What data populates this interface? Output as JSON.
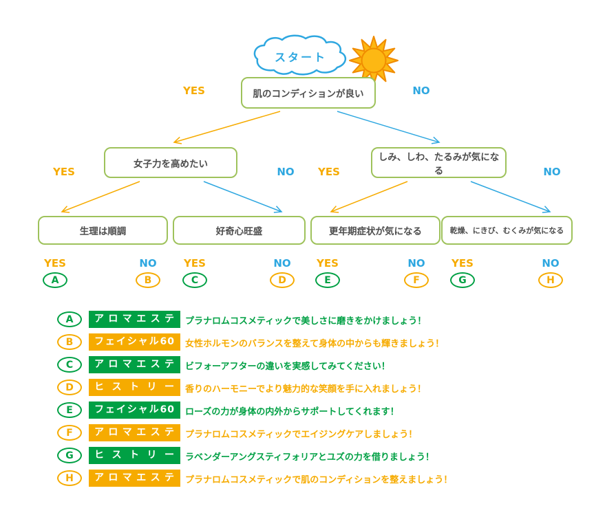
{
  "colors": {
    "green": "#00a044",
    "yellow": "#f6ab00",
    "blue": "#2ea7e0",
    "box_border": "#9ec25b",
    "box_text": "#4d4d4d"
  },
  "icons": {
    "sun": "sun-icon",
    "cloud": "start-cloud-icon"
  },
  "start": {
    "label": "スタート"
  },
  "flow": {
    "level1": {
      "question": "肌のコンディションが良い",
      "yes": "YES",
      "no": "NO"
    },
    "level2": [
      {
        "question": "女子力を高めたい",
        "yes": "YES",
        "no": "NO"
      },
      {
        "question": "しみ、しわ、たるみが気になる",
        "yes": "YES",
        "no": "NO"
      }
    ],
    "level3": [
      {
        "question": "生理は順調",
        "yes": "YES",
        "no": "NO",
        "yes_result": "A",
        "no_result": "B"
      },
      {
        "question": "好奇心旺盛",
        "yes": "YES",
        "no": "NO",
        "yes_result": "C",
        "no_result": "D"
      },
      {
        "question": "更年期症状が気になる",
        "yes": "YES",
        "no": "NO",
        "yes_result": "E",
        "no_result": "F"
      },
      {
        "question": "乾燥、にきび、むくみが気になる",
        "yes": "YES",
        "no": "NO",
        "yes_result": "G",
        "no_result": "H"
      }
    ]
  },
  "results": [
    {
      "letter": "A",
      "program": "アロマエステ",
      "description": "プラナロムコスメティックで美しさに磨きをかけましょう！",
      "color": "green"
    },
    {
      "letter": "B",
      "program": "フェイシャル60",
      "description": "女性ホルモンのバランスを整えて身体の中からも輝きましょう！",
      "color": "yellow"
    },
    {
      "letter": "C",
      "program": "アロマエステ",
      "description": "ビフォーアフターの違いを実感してみてください！",
      "color": "green"
    },
    {
      "letter": "D",
      "program": "ヒストリー",
      "description": "香りのハーモニーでより魅力的な笑顔を手に入れましょう！",
      "color": "yellow"
    },
    {
      "letter": "E",
      "program": "フェイシャル60",
      "description": "ローズの力が身体の内外からサポートしてくれます！",
      "color": "green"
    },
    {
      "letter": "F",
      "program": "アロマエステ",
      "description": "プラナロムコスメティックでエイジングケアしましょう！",
      "color": "yellow"
    },
    {
      "letter": "G",
      "program": "ヒストリー",
      "description": "ラベンダーアングスティフォリアとユズの力を借りましょう！",
      "color": "green"
    },
    {
      "letter": "H",
      "program": "アロマエステ",
      "description": "プラナロムコスメティックで肌のコンディションを整えましょう！",
      "color": "yellow"
    }
  ]
}
